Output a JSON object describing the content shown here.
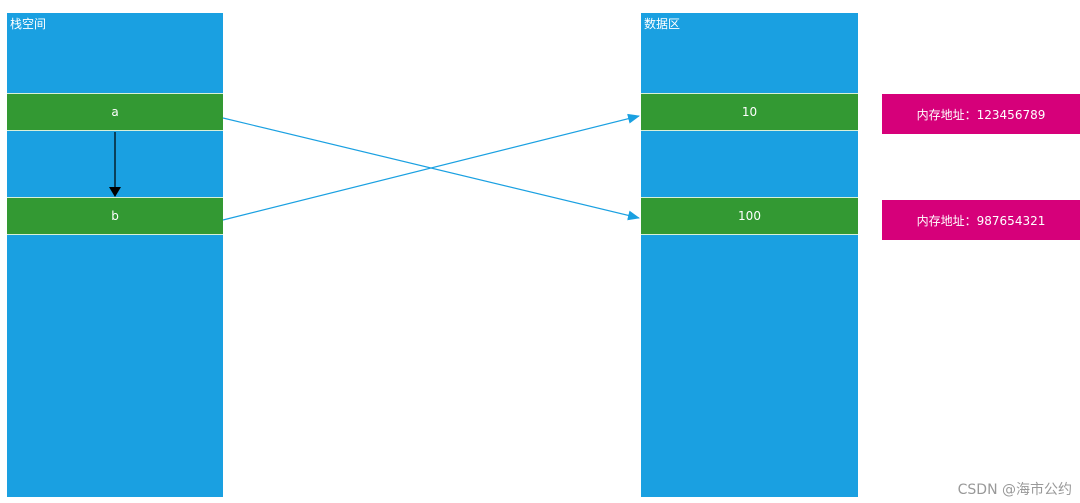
{
  "stack": {
    "title": "栈空间",
    "cells": [
      "a",
      "b"
    ]
  },
  "data_area": {
    "title": "数据区",
    "cells": [
      "10",
      "100"
    ]
  },
  "addresses": [
    "内存地址：123456789",
    "内存地址：987654321"
  ],
  "watermark": "CSDN @海市公约",
  "colors": {
    "column": "#1aa0e1",
    "cell": "#339933",
    "address": "#d6007a",
    "pointer_arrow": "#1aa0e1",
    "copy_arrow": "#000000"
  }
}
